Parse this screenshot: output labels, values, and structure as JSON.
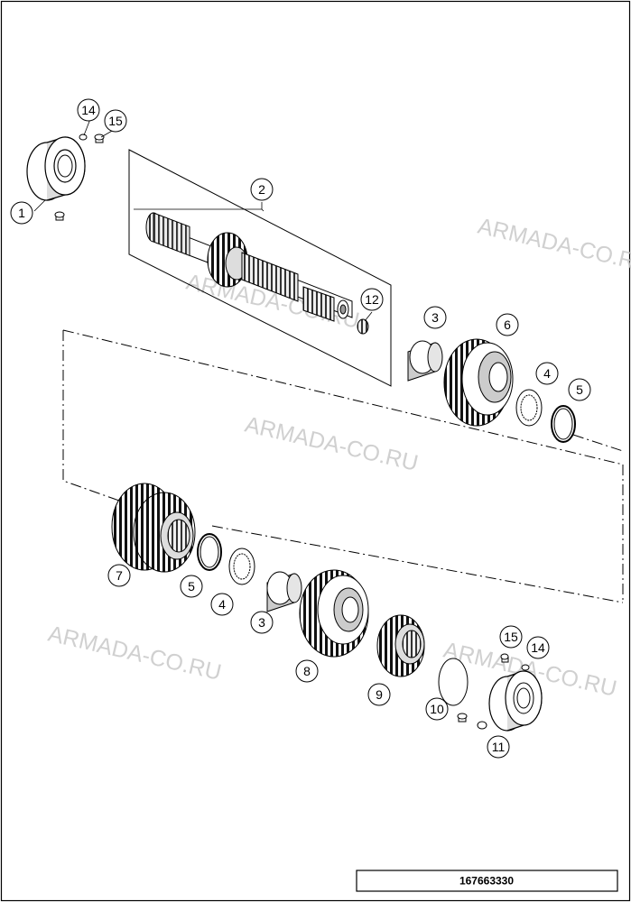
{
  "callouts": {
    "c1": "1",
    "c2": "2",
    "c3a": "3",
    "c3b": "3",
    "c4a": "4",
    "c4b": "4",
    "c5a": "5",
    "c5b": "5",
    "c6": "6",
    "c7": "7",
    "c8": "8",
    "c9": "9",
    "c10": "10",
    "c11": "11",
    "c12": "12",
    "c14a": "14",
    "c14b": "14",
    "c15a": "15",
    "c15b": "15"
  },
  "watermarks": [
    "ARMADA-CO.RU",
    "ARMADA-CO.RU",
    "ARMADA-CO.RU",
    "ARMADA-CO.RU",
    "ARMADA-CO.RU"
  ],
  "document_number": "167663330",
  "colors": {
    "line": "#000000",
    "watermark": "#c8c8c8",
    "part_fill": "#ffffff",
    "part_shade": "#bdbdbd"
  }
}
